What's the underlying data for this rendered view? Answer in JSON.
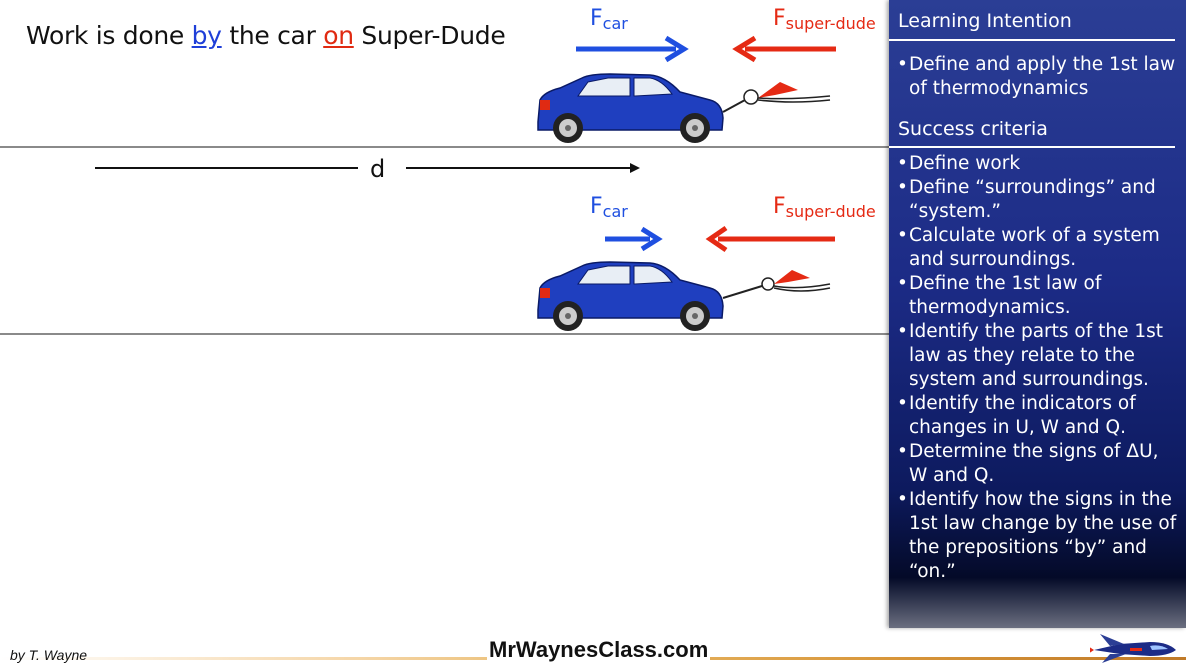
{
  "title": {
    "prefix": "Work is done ",
    "by": "by",
    "middle": " the car ",
    "on": "on",
    "suffix": " Super-Dude"
  },
  "forces": {
    "car_symbol": "F",
    "car_subscript": "car",
    "dude_symbol": "F",
    "dude_subscript": "super-dude"
  },
  "distance_label": "d",
  "panel": {
    "learning_heading": "Learning Intention",
    "learning_items": [
      "Define and apply the 1st law of thermodynamics"
    ],
    "success_heading": "Success criteria",
    "success_items": [
      "Define work",
      "Define “surroundings” and “system.”",
      "Calculate work of a system and surroundings.",
      "Define the 1st law of thermodynamics.",
      "Identify the parts of the 1st law as they relate to the system and surroundings.",
      "Identify the indicators of changes in U, W and Q.",
      "Determine the signs of ΔU, W and Q.",
      "Identify how the signs in the 1st law change by the use of the prepositions “by” and “on.”"
    ],
    "bullet": "•"
  },
  "footer": {
    "author": "by T. Wayne",
    "brand": "MrWaynesClass.com"
  },
  "colors": {
    "car_blue": "#1f4fe0",
    "dude_red": "#e52a14",
    "panel_blue": "#1c2b86"
  }
}
